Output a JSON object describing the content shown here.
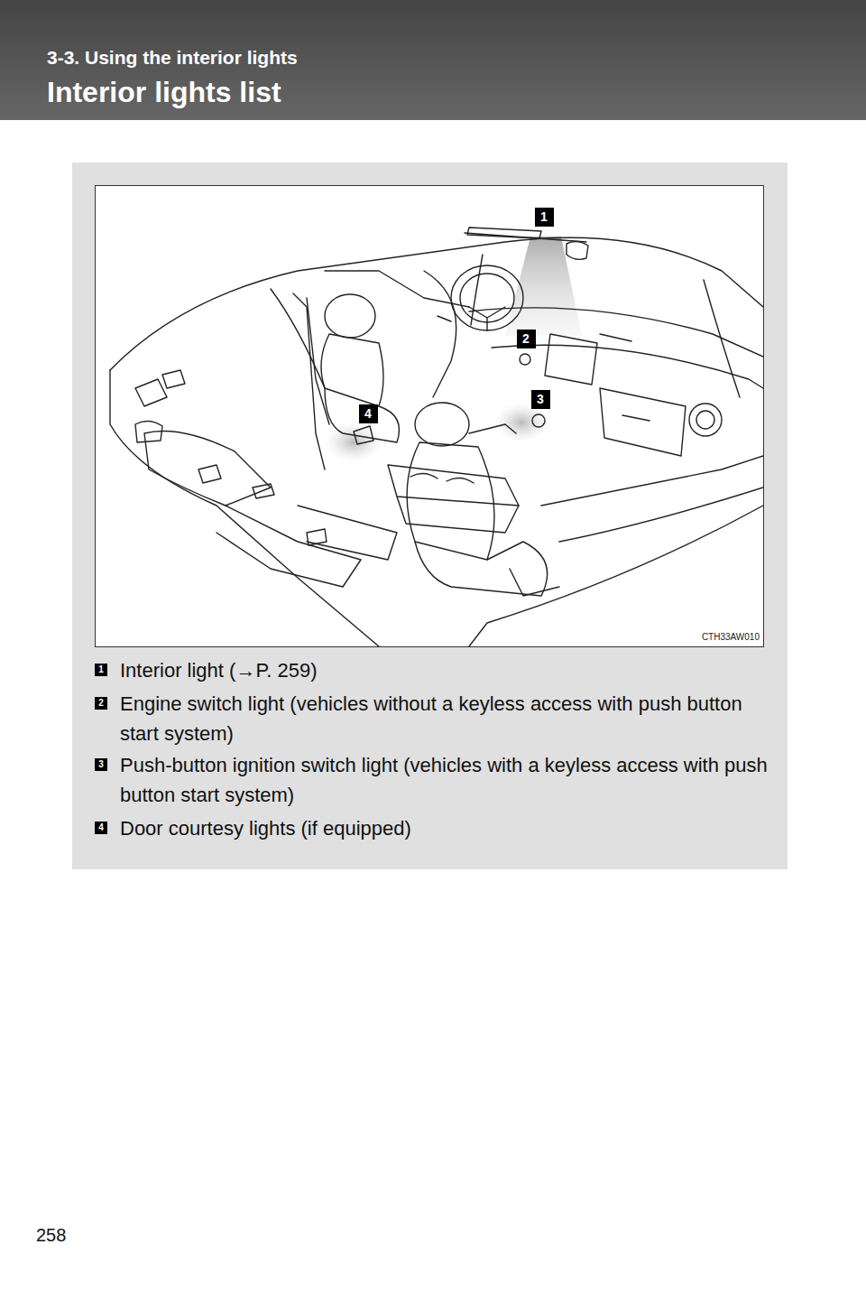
{
  "diagram": {
    "title": "Interior lights list",
    "labels": [
      "3-3. Using the interior lights",
      "1",
      "2",
      "3",
      "4",
      "CTH33AW010",
      "1",
      "Interior light (→P. 259)",
      "2",
      "Engine switch light (vehicles without a keyless access with push button start system)",
      "3",
      "Push-button ignition switch light (vehicles with a keyless access with push button start system)",
      "4",
      "Door courtesy lights (if equipped)",
      "258"
    ]
  }
}
